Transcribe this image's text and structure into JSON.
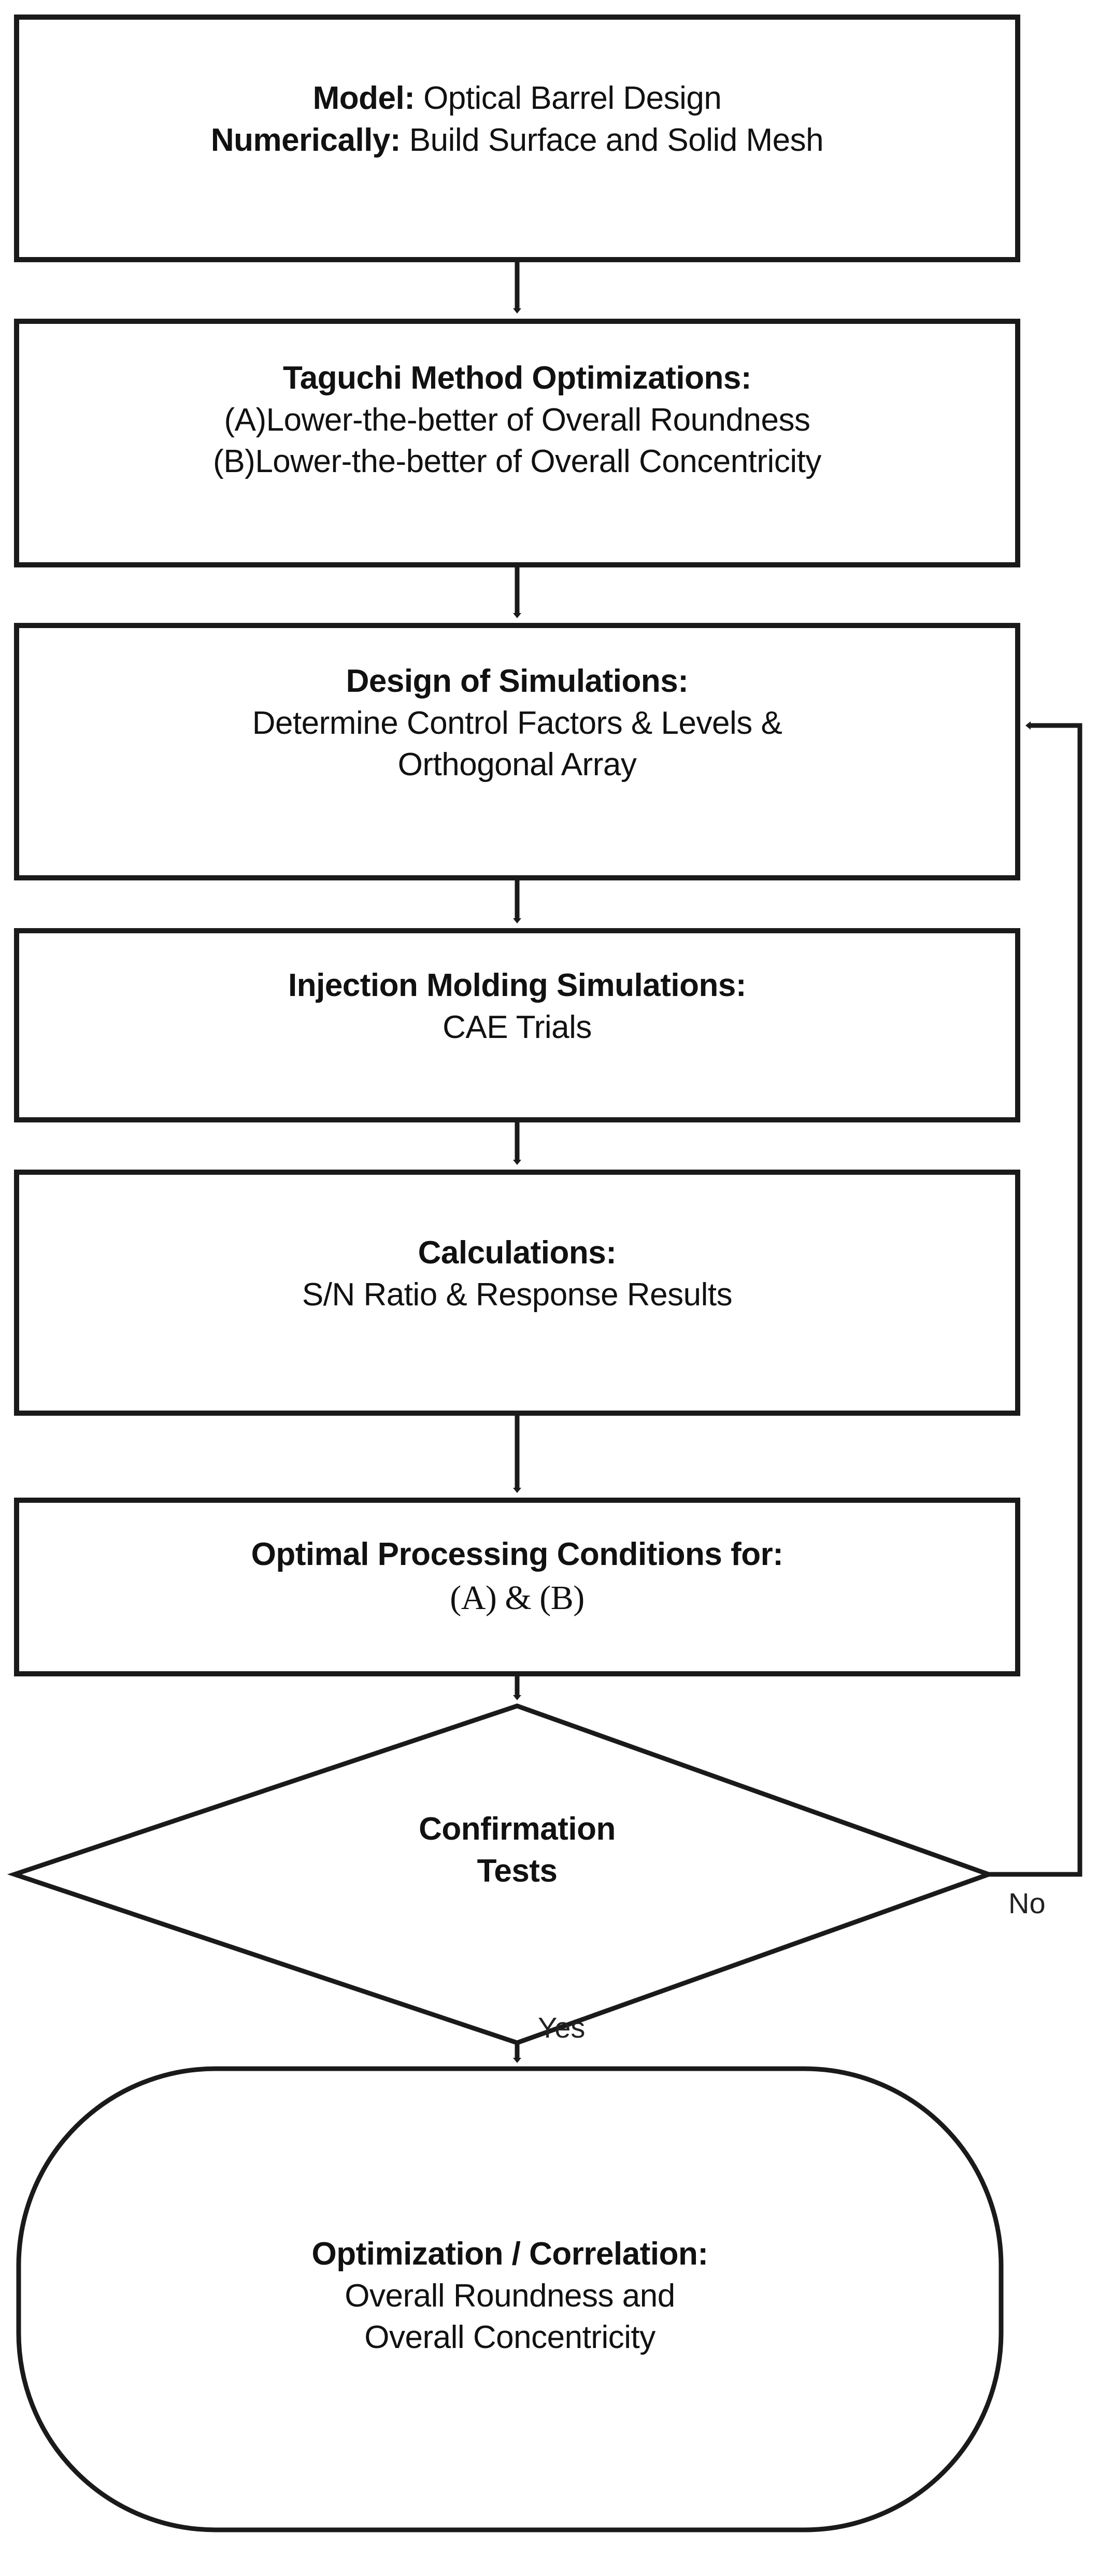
{
  "diagram": {
    "title": "Taguchi optimization flowchart for optical barrel injection molding",
    "type": "flowchart",
    "stroke_color": "#1a1a1a",
    "fill_color": "#ffffff",
    "text_color": "#111111",
    "nodes": [
      {
        "id": "model",
        "shape": "rectangle",
        "lines": [
          {
            "bold_prefix": "Model:",
            "text": " Optical Barrel Design"
          },
          {
            "bold_prefix": "Numerically:",
            "text": " Build Surface and Solid Mesh"
          }
        ]
      },
      {
        "id": "taguchi",
        "shape": "rectangle",
        "lines": [
          {
            "bold_prefix": "Taguchi Method Optimizations:",
            "text": ""
          },
          {
            "bold_prefix": "",
            "text": "(A)Lower-the-better of Overall Roundness"
          },
          {
            "bold_prefix": "",
            "text": "(B)Lower-the-better of Overall Concentricity"
          }
        ]
      },
      {
        "id": "design-of-simulations",
        "shape": "rectangle",
        "lines": [
          {
            "bold_prefix": "Design of Simulations:",
            "text": ""
          },
          {
            "bold_prefix": "",
            "text": "Determine Control Factors & Levels &"
          },
          {
            "bold_prefix": "",
            "text": "Orthogonal Array"
          }
        ]
      },
      {
        "id": "injection-molding-simulations",
        "shape": "rectangle",
        "lines": [
          {
            "bold_prefix": "Injection Molding Simulations:",
            "text": ""
          },
          {
            "bold_prefix": "",
            "text": "CAE Trials"
          }
        ]
      },
      {
        "id": "calculations",
        "shape": "rectangle",
        "lines": [
          {
            "bold_prefix": "Calculations:",
            "text": ""
          },
          {
            "bold_prefix": "",
            "text": "S/N Ratio & Response Results"
          }
        ]
      },
      {
        "id": "optimal-processing-conditions",
        "shape": "rectangle",
        "lines": [
          {
            "bold_prefix": "Optimal Processing Conditions for:",
            "text": ""
          },
          {
            "bold_prefix": "",
            "text": "(A) & (B)",
            "serif": true
          }
        ]
      },
      {
        "id": "confirmation-tests",
        "shape": "diamond",
        "lines": [
          {
            "bold_prefix": "Confirmation",
            "text": ""
          },
          {
            "bold_prefix": "Tests",
            "text": ""
          }
        ]
      },
      {
        "id": "optimization-correlation",
        "shape": "stadium",
        "lines": [
          {
            "bold_prefix": "Optimization / Correlation:",
            "text": ""
          },
          {
            "bold_prefix": "",
            "text": "Overall Roundness and"
          },
          {
            "bold_prefix": "",
            "text": "Overall Concentricity"
          }
        ]
      }
    ],
    "edge_labels": {
      "no": "No",
      "yes": "Yes"
    }
  },
  "boxes": {
    "model": {
      "l1a": "Model:",
      "l1b": " Optical Barrel Design",
      "l2a": "Numerically:",
      "l2b": " Build Surface and Solid Mesh"
    },
    "taguchi": {
      "title": "Taguchi Method Optimizations:",
      "line_a": "(A)Lower-the-better of Overall Roundness",
      "line_b": "(B)Lower-the-better of Overall Concentricity"
    },
    "design": {
      "title": "Design of Simulations:",
      "line_a": "Determine Control Factors & Levels &",
      "line_b": "Orthogonal Array"
    },
    "injection": {
      "title": "Injection Molding Simulations:",
      "line_a": "CAE Trials"
    },
    "calculations": {
      "title": "Calculations:",
      "line_a": "S/N Ratio & Response Results"
    },
    "optimal": {
      "title": "Optimal Processing Conditions for:",
      "line_a": "(A) & (B)"
    },
    "confirmation": {
      "line_a": "Confirmation",
      "line_b": "Tests"
    },
    "final": {
      "title": "Optimization / Correlation:",
      "line_a": "Overall Roundness and",
      "line_b": "Overall Concentricity"
    }
  },
  "labels": {
    "no": "No",
    "yes": "Yes"
  }
}
